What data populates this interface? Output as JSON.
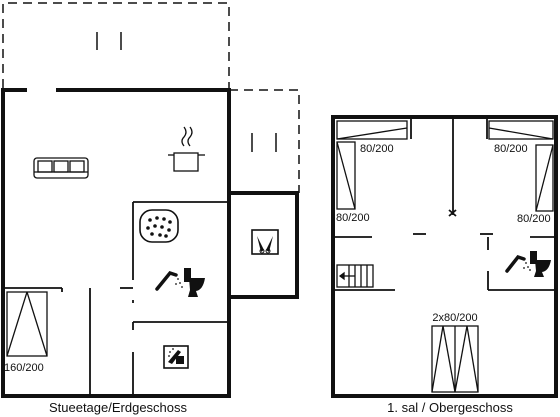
{
  "floors": [
    {
      "caption": "Stueetage/Erdgeschoss",
      "beds": [
        {
          "label": "160/200"
        }
      ]
    },
    {
      "caption": "1. sal / Obergeschoss",
      "beds": [
        {
          "label": "80/200"
        },
        {
          "label": "80/200"
        },
        {
          "label": "80/200"
        },
        {
          "label": "80/200"
        },
        {
          "label": "2x80/200"
        }
      ]
    }
  ],
  "icons": [
    "sofa-icon",
    "cooking-pot-icon",
    "hot-tub-icon",
    "shower-icon",
    "toilet-icon",
    "washing-machine-icon",
    "utility-sink-icon",
    "stairs-icon"
  ],
  "colors": {
    "wall": "#111111",
    "background": "#ffffff"
  }
}
